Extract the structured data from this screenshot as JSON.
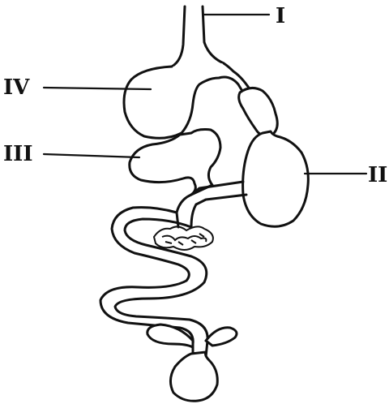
{
  "labels": {
    "label_1": "I",
    "label_2": "II",
    "label_3": "III",
    "label_4": "IV"
  },
  "colors": {
    "ink": "#111111",
    "background": "#ffffff"
  }
}
